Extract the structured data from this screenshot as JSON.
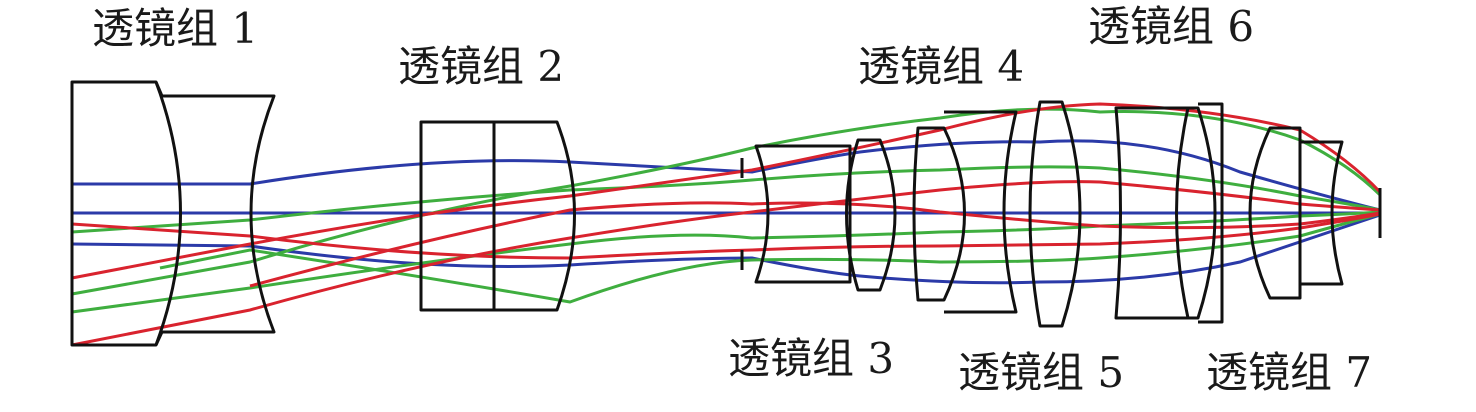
{
  "labels": {
    "group1": "透镜组 1",
    "group2": "透镜组 2",
    "group3": "透镜组 3",
    "group4": "透镜组 4",
    "group5": "透镜组 5",
    "group6": "透镜组 6",
    "group7": "透镜组 7"
  },
  "colors": {
    "lens_outline": "#111111",
    "ray_blue": "#2b3aa8",
    "ray_green": "#3fae3f",
    "ray_red": "#d9232e"
  }
}
